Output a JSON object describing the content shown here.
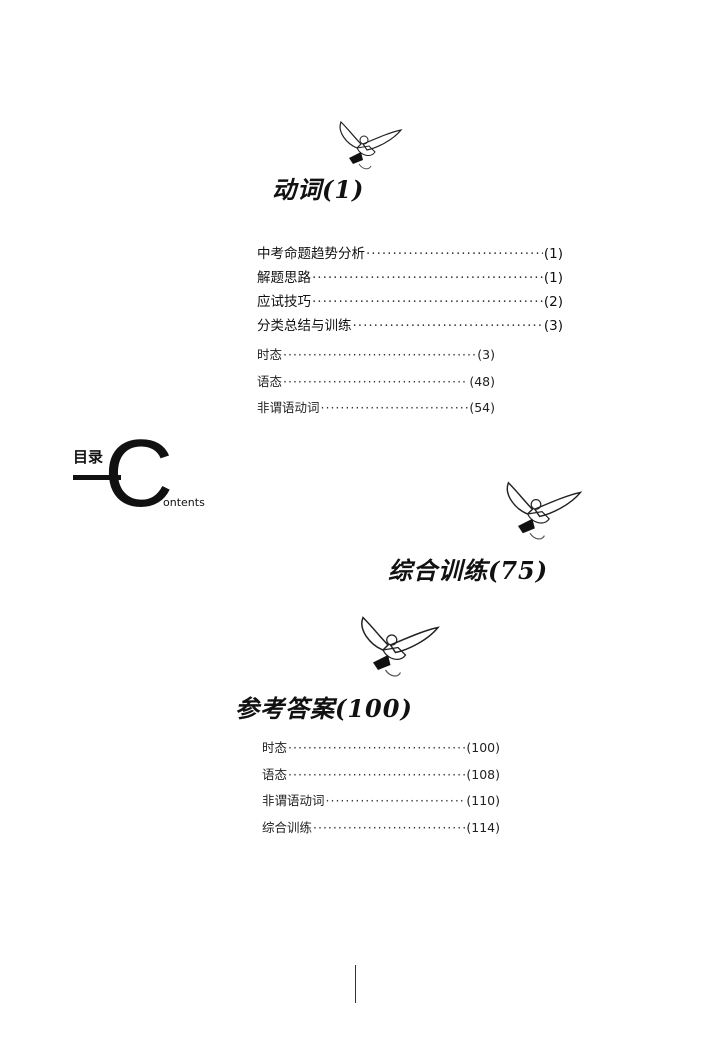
{
  "contents_mark": {
    "title_cn": "目录",
    "big_letter": "C",
    "rest": "ontents"
  },
  "sections": [
    {
      "heading": "动词(1)",
      "items": [
        {
          "label": "中考命题趋势分析",
          "page": "(1)"
        },
        {
          "label": "解题思路",
          "page": "(1)"
        },
        {
          "label": "应试技巧",
          "page": "(2)"
        },
        {
          "label": "分类总结与训练",
          "page": "(3)"
        }
      ],
      "subitems": [
        {
          "label": "时态",
          "page": "(3)"
        },
        {
          "label": "语态",
          "page": "(48)"
        },
        {
          "label": "非谓语动词",
          "page": "(54)"
        }
      ]
    },
    {
      "heading": "综合训练(75)"
    },
    {
      "heading": "参考答案(100)",
      "items": [
        {
          "label": "时态",
          "page": "(100)"
        },
        {
          "label": "语态",
          "page": "(108)"
        },
        {
          "label": "非谓语动词",
          "page": "(110)"
        },
        {
          "label": "综合训练",
          "page": "(114)"
        }
      ]
    }
  ]
}
